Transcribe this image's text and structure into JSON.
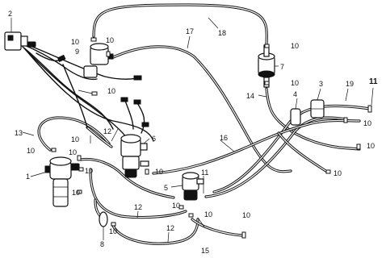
{
  "callouts": {
    "c1": "1",
    "c2": "2",
    "c3": "3",
    "c4": "4",
    "c5": "5",
    "c6": "6",
    "c7": "7",
    "c8": "8",
    "c9": "9",
    "c10": "10",
    "c11": "11",
    "c12": "12",
    "c13": "13",
    "c14": "14",
    "c15": "15",
    "c16": "16",
    "c17": "17",
    "c18": "18",
    "c19": "19"
  },
  "colors": {
    "ink": "#111111",
    "paper": "#ffffff"
  }
}
